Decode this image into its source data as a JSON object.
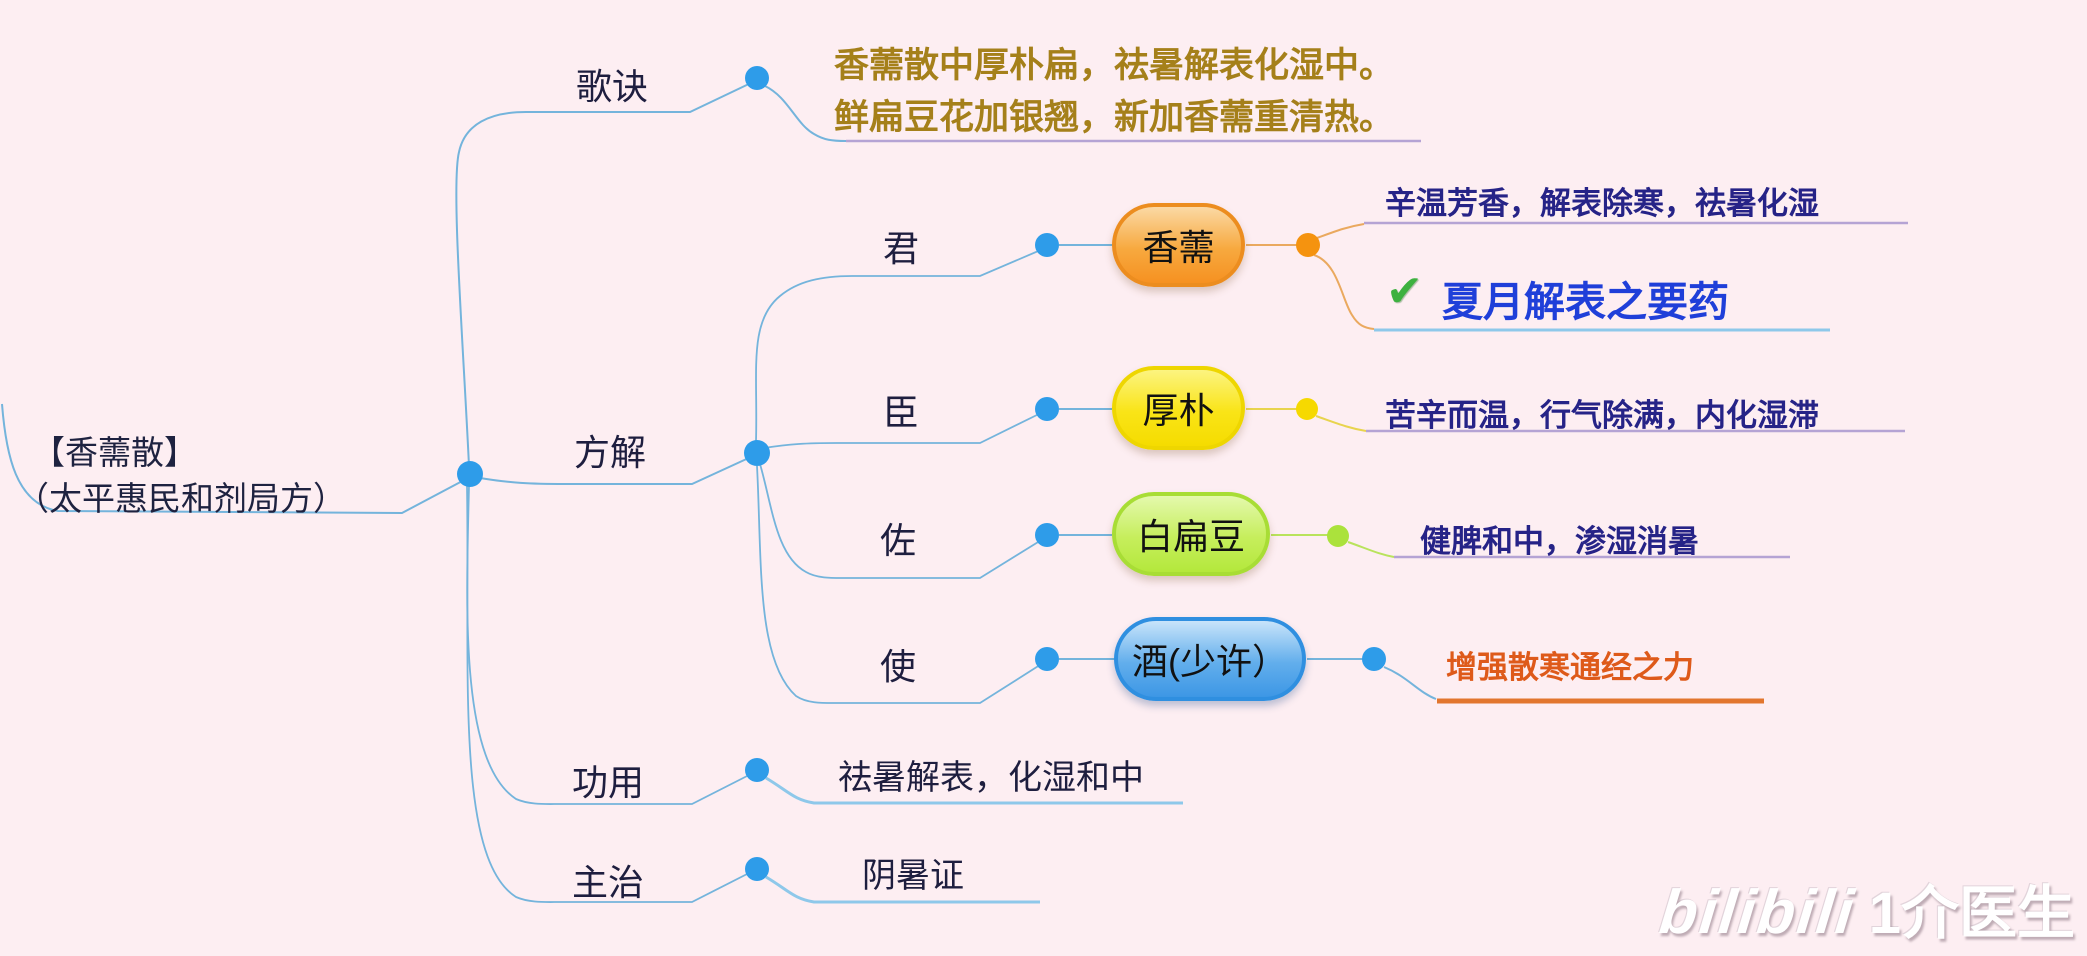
{
  "root": {
    "title": "【香薷散】",
    "subtitle": "（太平惠民和剂局方）"
  },
  "verse": {
    "label": "歌诀",
    "line1": "香薷散中厚朴扁，祛暑解表化湿中。",
    "line2": "鲜扁豆花加银翘，新加香薷重清热。"
  },
  "fangjie": {
    "label": "方解",
    "roles": [
      {
        "role": "君",
        "herb": "香薷",
        "note": "辛温芳香，解表除寒，祛暑化湿",
        "check_icon": "✔",
        "highlight": "夏月解表之要药"
      },
      {
        "role": "臣",
        "herb": "厚朴",
        "note": "苦辛而温，行气除满，内化湿滞"
      },
      {
        "role": "佐",
        "herb": "白扁豆",
        "note": "健脾和中，渗湿消暑"
      },
      {
        "role": "使",
        "herb": "酒(少许）",
        "note": "增强散寒通经之力"
      }
    ]
  },
  "gongyong": {
    "label": "功用",
    "value": "祛暑解表，化湿和中"
  },
  "zhuzhi": {
    "label": "主治",
    "value": "阴暑证"
  },
  "watermark": {
    "logo": "bilibili",
    "author": "1介医生"
  },
  "colors": {
    "background": "#fdeef2",
    "branch_line_blue": "#74b4dc",
    "handle_circle_blue": "#2e9ce9",
    "xiangru_orange": "#f6951e",
    "houpo_yellow": "#f6d900",
    "baibiandou_green": "#b4e83c",
    "jiu_blue": "#3d97e5",
    "verse_gold": "#a5801a",
    "note_indigo": "#262387",
    "highlight_blue": "#1f3fd9",
    "warning_orange": "#de5a1a",
    "underline_purple": "#b5a3d4",
    "underline_lightblue": "#8ec8ea",
    "check_green": "#3db13f",
    "label_navy": "#1e1e3f"
  }
}
